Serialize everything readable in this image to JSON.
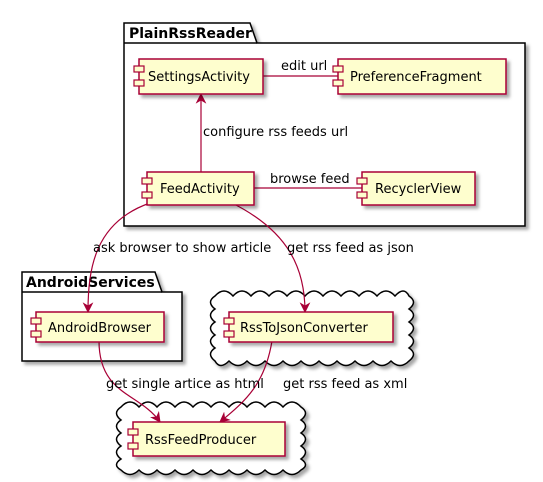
{
  "packages": {
    "plain_rss_reader": "PlainRssReader",
    "android_services": "AndroidServices"
  },
  "components": {
    "settings_activity": "SettingsActivity",
    "preference_fragment": "PreferenceFragment",
    "feed_activity": "FeedActivity",
    "recycler_view": "RecyclerView",
    "android_browser": "AndroidBrowser",
    "rss_to_json_converter": "RssToJsonConverter",
    "rss_feed_producer": "RssFeedProducer"
  },
  "edges": {
    "edit_url": "edit url",
    "configure_rss_feeds_url": "configure rss feeds url",
    "browse_feed": "browse feed",
    "ask_browser": "ask browser to show article",
    "get_rss_json": "get rss feed as json",
    "get_single_article": "get single artice as html",
    "get_rss_xml": "get rss feed as xml"
  },
  "colors": {
    "component_fill": "#FEFECE",
    "border": "#A80036",
    "package_fill": "#FFFFFF",
    "text": "#000000"
  }
}
